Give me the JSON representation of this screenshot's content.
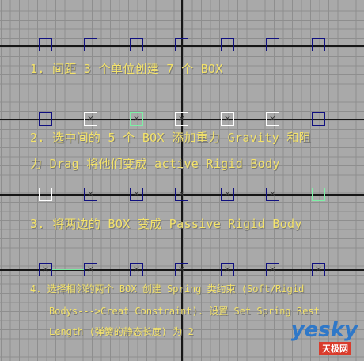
{
  "steps": {
    "step1": "1. 间距 3 个单位创建 7 个 BOX",
    "step2_line1": "2. 选中间的 5 个 BOX 添加重力 Gravity 和阻",
    "step2_line2": "力 Drag 将他们变成 active Rigid Body",
    "step3": "3. 将两边的 BOX 变成 Passive Rigid Body",
    "step4_line1": "4. 选择相邻的两个 BOX 创建 Spring 类约束 (Soft/Rigid",
    "step4_line2": "Bodys--->Creat Constraint). 设置 Set Spring Rest",
    "step4_line3": "Length (弹簧的静态长度) 为 2"
  },
  "rows": [
    {
      "name": "row1",
      "boxes": [
        "plain",
        "plain",
        "plain",
        "plain",
        "plain",
        "plain",
        "plain"
      ]
    },
    {
      "name": "row2",
      "boxes": [
        "plain",
        "selected-rigid",
        "active-rigid",
        "selected-rigid",
        "selected-rigid",
        "selected-rigid",
        "plain"
      ]
    },
    {
      "name": "row3",
      "boxes": [
        "selected",
        "rigid",
        "rigid",
        "rigid",
        "rigid",
        "rigid",
        "active"
      ]
    },
    {
      "name": "row4",
      "boxes": [
        "rigid",
        "rigid",
        "rigid",
        "rigid",
        "rigid",
        "rigid",
        "rigid"
      ]
    }
  ],
  "rigid_mark": "×",
  "colors": {
    "grid_bg": "#a9a9a9",
    "grid_line": "#8e8e8e",
    "axis_line": "#161616",
    "box_border": "#101080",
    "selected_border": "#ffffff",
    "active_border": "#7ef0a6",
    "text": "#f4e36a"
  },
  "logo": {
    "main": "yesky",
    "sub": "天极网"
  }
}
